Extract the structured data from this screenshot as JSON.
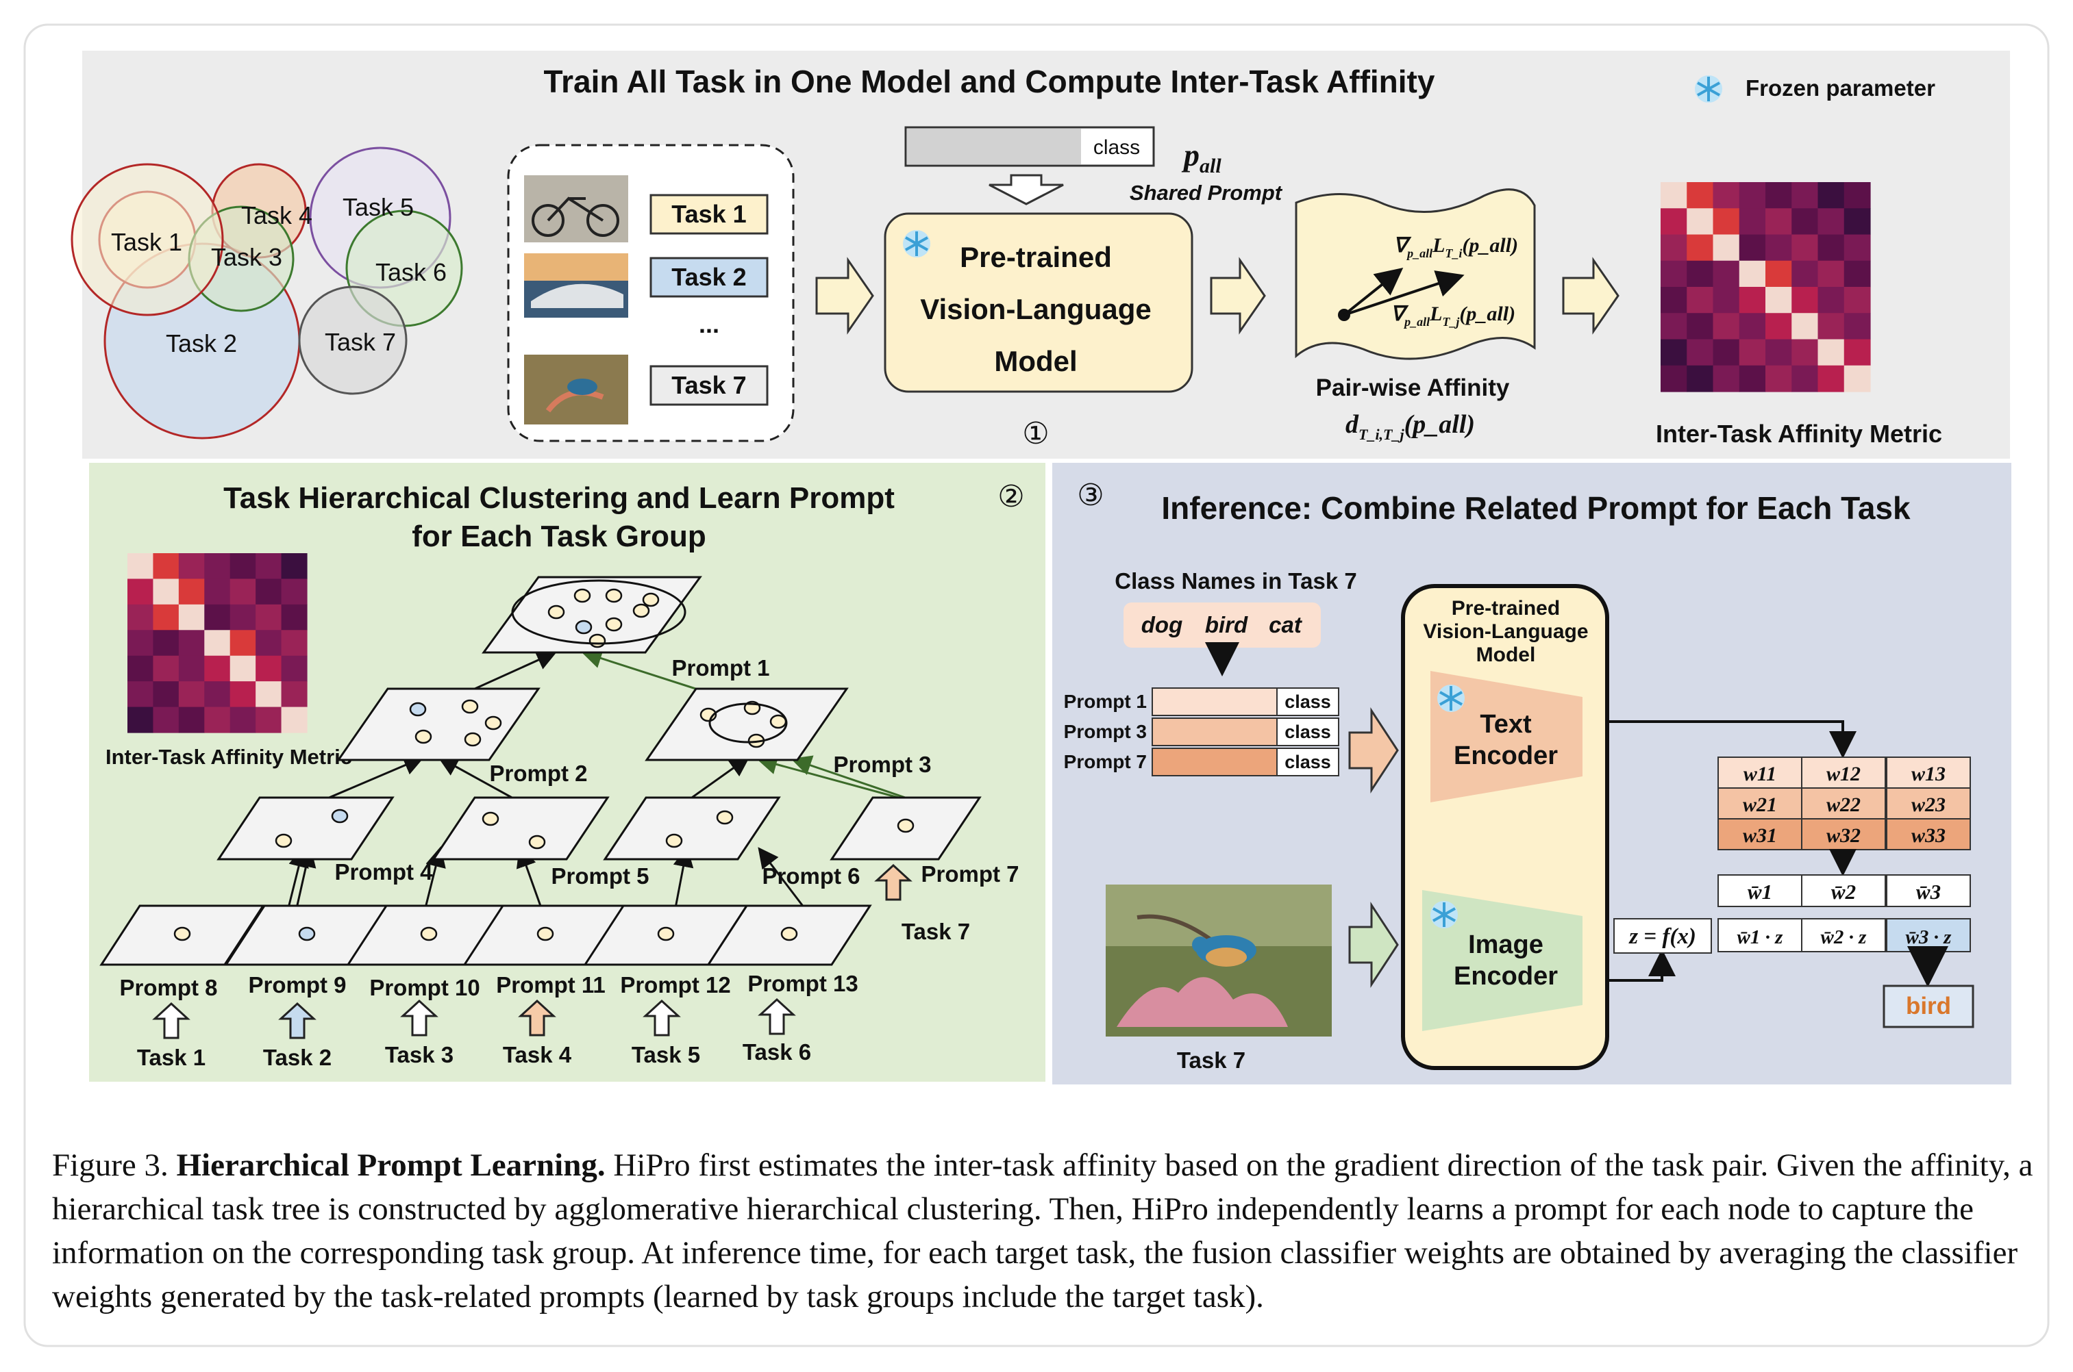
{
  "panel1": {
    "title": "Train All Task in One Model and Compute Inter-Task Affinity",
    "legend": "Frozen parameter",
    "venn": [
      "Task 1",
      "Task 4",
      "Task 5",
      "Task 3",
      "Task 6",
      "Task 2",
      "Task 7"
    ],
    "task_box": {
      "t1": "Task 1",
      "t2": "Task 2",
      "dots": "...",
      "t7": "Task 7"
    },
    "shared_prompt": {
      "class_label": "class",
      "symbol": "p",
      "symbol_sub": "all",
      "label": "Shared Prompt"
    },
    "model": {
      "line1": "Pre-trained",
      "line2": "Vision-Language",
      "line3": "Model"
    },
    "step": "①",
    "affinity": {
      "grad1": "∇",
      "grad1_sub": "p_all",
      "grad1_rest": "L",
      "grad1_rest_sub": "T_i",
      "grad1_arg": "(p_all)",
      "grad2": "∇",
      "grad2_sub": "p_all",
      "grad2_rest": "L",
      "grad2_rest_sub": "T_j",
      "grad2_arg": "(p_all)",
      "label": "Pair-wise Affinity",
      "formula": "d",
      "formula_sub": "T_i,T_j",
      "formula_arg": "(p_all)"
    },
    "metric_label": "Inter-Task Affinity Metric"
  },
  "panel2": {
    "title_line1": "Task Hierarchical Clustering and Learn Prompt",
    "title_line2": "for Each Task Group",
    "step": "②",
    "metric_label": "Inter-Task Affinity Metric",
    "prompts": [
      "Prompt 1",
      "Prompt 2",
      "Prompt 3",
      "Prompt 4",
      "Prompt 5",
      "Prompt 6",
      "Prompt 7",
      "Prompt 8",
      "Prompt 9",
      "Prompt 10",
      "Prompt 11",
      "Prompt 12",
      "Prompt 13"
    ],
    "tasks": [
      "Task 1",
      "Task 2",
      "Task 3",
      "Task 4",
      "Task 5",
      "Task 6",
      "Task 7"
    ]
  },
  "panel3": {
    "step": "③",
    "title": "Inference: Combine Related Prompt for Each Task",
    "class_names_title": "Class Names  in Task 7",
    "class_names": [
      "dog",
      "bird",
      "cat"
    ],
    "prompt_rows": [
      {
        "label": "Prompt 1",
        "cls": "class"
      },
      {
        "label": "Prompt 3",
        "cls": "class"
      },
      {
        "label": "Prompt 7",
        "cls": "class"
      }
    ],
    "model_title": [
      "Pre-trained",
      "Vision-Language",
      "Model"
    ],
    "text_encoder": [
      "Text",
      "Encoder"
    ],
    "image_encoder": [
      "Image",
      "Encoder"
    ],
    "image_label": "Task 7",
    "z_formula": "z = f(x)",
    "weights": [
      [
        "w11",
        "w12",
        "w13"
      ],
      [
        "w21",
        "w22",
        "w23"
      ],
      [
        "w31",
        "w32",
        "w33"
      ]
    ],
    "avg_weights": [
      "w̄1",
      "w̄2",
      "w̄3"
    ],
    "products": [
      "w̄1 · z",
      "w̄2 · z",
      "w̄3 · z"
    ],
    "result": "bird"
  },
  "colors": {
    "panel1_bg": "#ececec",
    "panel2_bg": "#e0edd3",
    "panel3_bg": "#d6dbe8",
    "model_fill": "#fdf1cc",
    "arrow_fill": "#fcf3cf",
    "text_encoder": "#f4c7a7",
    "image_encoder": "#cfe5c2",
    "affinity_dark": "#3b0f3f",
    "affinity_bright": "#f2d9cf",
    "result_text": "#d9772b",
    "highlight_blue": "#c6dbef"
  },
  "caption": {
    "prefix": "Figure 3. ",
    "bold": "Hierarchical Prompt Learning.",
    "text": " HiPro first estimates the inter-task affinity based on the gradient direction of the task pair. Given the affinity, a hierarchical task tree is constructed by agglomerative hierarchical clustering. Then, HiPro independently learns a prompt for each node to capture the information on the corresponding task group. At inference time, for each target task, the fusion classifier weights are obtained by averaging the classifier weights generated by the task-related prompts (learned by task groups include the target task)."
  }
}
